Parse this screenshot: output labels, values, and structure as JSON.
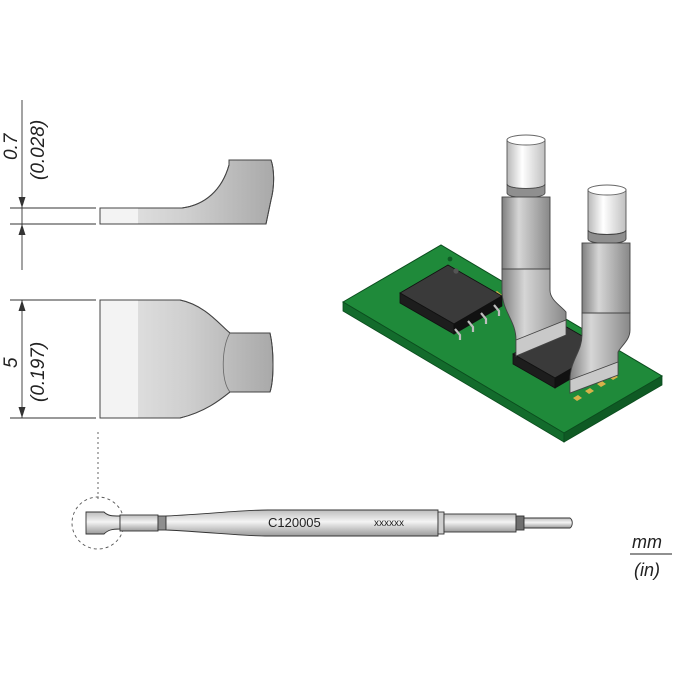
{
  "dimensions": {
    "thickness": {
      "value_mm": "0.7",
      "value_in": "(0.028)"
    },
    "width": {
      "value_mm": "5",
      "value_in": "(0.197)"
    }
  },
  "tip": {
    "part_number": "C120005",
    "serial": "xxxxxx"
  },
  "units": {
    "primary": "mm",
    "secondary": "(in)"
  },
  "colors": {
    "metal_light": "#eeeeee",
    "metal_mid": "#c8c8c8",
    "metal_dark": "#8a8a8a",
    "pcb_green": "#1f8a3a",
    "pcb_dark": "#0f5a24",
    "chip_black": "#2a2a2a",
    "pad_gold": "#d8b24a"
  }
}
